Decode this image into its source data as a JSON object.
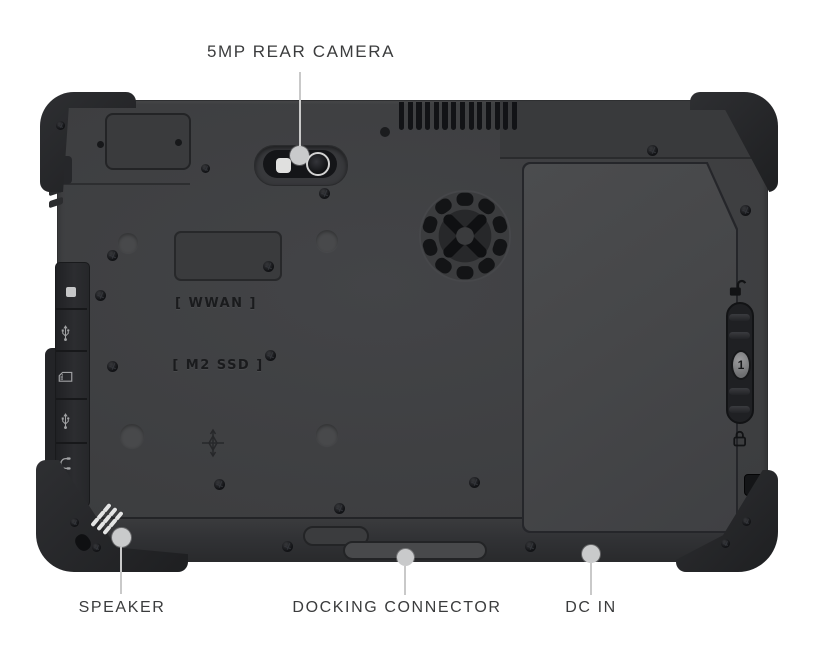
{
  "scene": {
    "background": "#ffffff"
  },
  "callouts": {
    "rear_camera": {
      "label": "5MP REAR CAMERA"
    },
    "speaker": {
      "label": "SPEAKER"
    },
    "docking_connector": {
      "label": "DOCKING CONNECTOR"
    },
    "dc_in": {
      "label": "DC IN"
    }
  },
  "device": {
    "markings": {
      "wwan": "[ WWAN ]",
      "m2_ssd": "[ M2 SSD ]",
      "battery_latch_button": "1"
    },
    "port_icons": [
      "card-slot-icon",
      "usb-icon",
      "sd-card-icon",
      "usb-icon",
      "headphone-jack-icon"
    ],
    "latch_icons": [
      "unlock-icon",
      "lock-icon"
    ],
    "colors": {
      "body": "#3e3f41",
      "battery_door": "#474849",
      "bumpers": "#27282a",
      "camera_module": "#141518",
      "label_text": "#3b3c3d",
      "leader_line": "#c9c9c9",
      "callout_dot": "#c9cacb"
    }
  }
}
